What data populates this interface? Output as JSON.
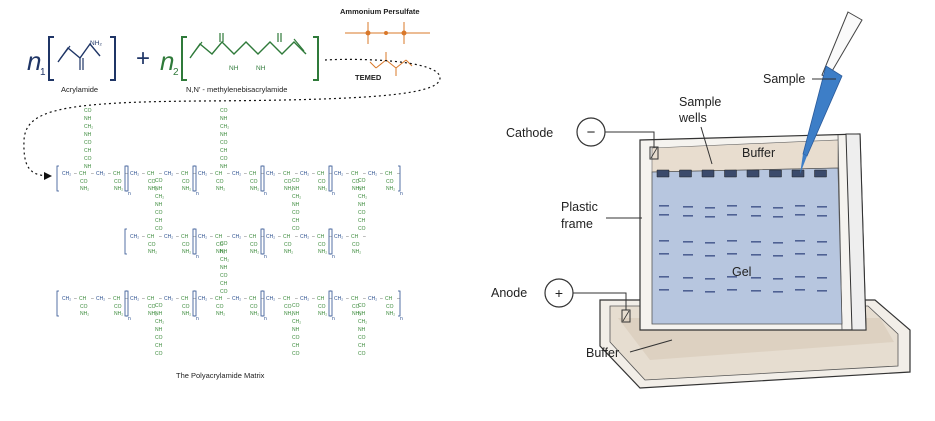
{
  "colors": {
    "reactant": "#1f3566",
    "crosslinker": "#2f7a3a",
    "initiator": "#d9782a",
    "chain_blue": "#2b4f8f",
    "chain_green": "#3a8a3a",
    "gel": "#b7c6df",
    "gel_band": "#3c4f86",
    "buffer": "#e8ddcf",
    "pipette": "#3d7ec7",
    "outline": "#333333"
  },
  "reaction": {
    "coef1_n": "n",
    "coef1_sub": "1",
    "coef2_n": "n",
    "coef2_sub": "2",
    "plus": "+",
    "acrylamide_label": "Acrylamide",
    "acrylamide_nh2": "NH₂",
    "crosslinker_label": "N,N’ - methylenebisacrylamide",
    "nh": "NH",
    "aps_label": "Ammonium Persulfate",
    "temed_label": "TEMED"
  },
  "matrix": {
    "title": "The Polyacrylamide Matrix",
    "atoms": {
      "ch2": "CH₂",
      "ch": "CH",
      "co": "CO",
      "nh": "NH",
      "nh2": "NH₂",
      "dash": "–",
      "n": "n"
    }
  },
  "apparatus": {
    "cathode_label": "Cathode",
    "cathode_symbol": "−",
    "anode_label": "Anode",
    "anode_symbol": "+",
    "sample_label": "Sample",
    "sample_wells_label_1": "Sample",
    "sample_wells_label_2": "wells",
    "buffer_top_label": "Buffer",
    "plastic_frame_label_1": "Plastic",
    "plastic_frame_label_2": "frame",
    "gel_label": "Gel",
    "buffer_bottom_label": "Buffer"
  }
}
